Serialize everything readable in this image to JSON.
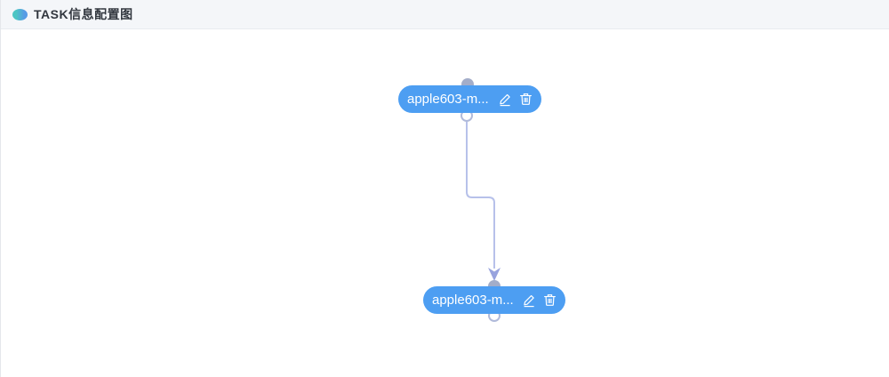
{
  "header": {
    "title": "TASK信息配置图",
    "icon": "gradient-dot-icon"
  },
  "diagram": {
    "nodes": [
      {
        "id": "node-1",
        "label": "apple603-m...",
        "edit_icon": "edit-pencil-icon",
        "delete_icon": "trash-icon"
      },
      {
        "id": "node-2",
        "label": "apple603-m...",
        "edit_icon": "edit-pencil-icon",
        "delete_icon": "trash-icon"
      }
    ],
    "edges": [
      {
        "from": "node-1",
        "to": "node-2",
        "style": "stepped",
        "arrow": "down"
      }
    ],
    "colors": {
      "node_fill": "#4d9ef2",
      "node_text": "#ffffff",
      "edge_line": "#b7c1ea",
      "edge_arrow": "#98a3de",
      "port_source": "#a3adc9",
      "port_target_border": "#b0bada",
      "header_bg": "#f4f6f9",
      "icon_gradient_start": "#4cc5c3",
      "icon_gradient_end": "#579be6"
    }
  }
}
